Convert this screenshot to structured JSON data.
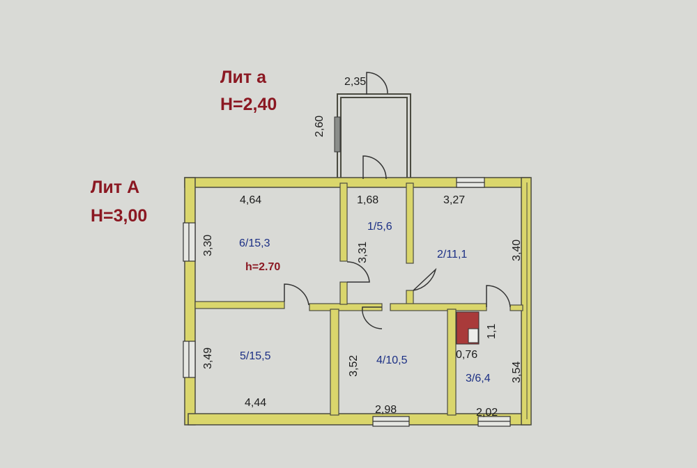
{
  "titles": {
    "lit_a_small": "Лит а",
    "h_small": "H=2,40",
    "lit_a_big": "Лит А",
    "h_big": "H=3,00"
  },
  "rooms": {
    "r1": "1/5,6",
    "r2": "2/11,1",
    "r3": "3/6,4",
    "r4": "4/10,5",
    "r5": "5/15,5",
    "r6": "6/15,3",
    "r6_height": "h=2.70"
  },
  "dimensions": {
    "porch_width": "2,35",
    "porch_depth": "2,60",
    "r6_width": "4,64",
    "r6_height": "3,30",
    "r1_width": "1,68",
    "r1_depth": "3,31",
    "r2_width": "3,27",
    "r2_depth": "3,40",
    "r5_depth": "3,49",
    "r5_width": "4,44",
    "r4_depth": "3,52",
    "r4_width": "2,98",
    "stove_height": "1,1",
    "stove_width": "0,76",
    "r3_depth": "3,54",
    "r3_width": "2,02"
  },
  "colors": {
    "wall": "#dad66c",
    "wall_outline": "#4a4a40",
    "stove": "#a93a3a",
    "title_red": "#8b1822",
    "room_blue": "#1b2f84"
  }
}
